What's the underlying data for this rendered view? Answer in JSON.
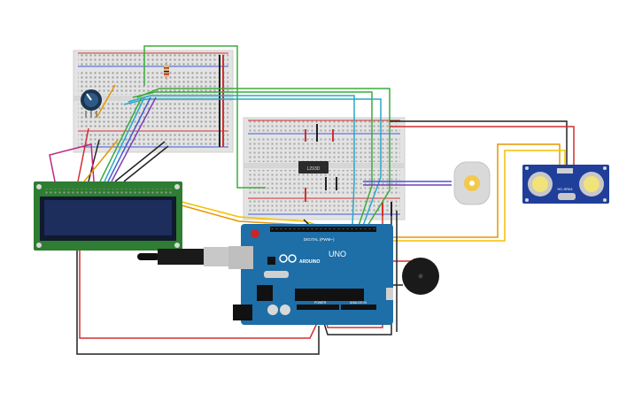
{
  "circuit": {
    "arduino": {
      "brand": "ARDUINO",
      "model": "UNO",
      "digital_header": "DIGITAL (PWM~)",
      "power_header": "POWER",
      "analog_header": "ANALOG IN",
      "color": "#1e6ea7"
    },
    "driver_ic": {
      "label": "L293D"
    },
    "ultrasonic_sensor": {
      "label": "HC-SR04"
    },
    "lcd": {
      "type": "16x2 LCD",
      "color": "#2e7d32"
    },
    "components": [
      "breadboard-top-left",
      "breadboard-middle",
      "potentiometer",
      "resistor",
      "dc-motor",
      "piezo-buzzer",
      "usb-cable"
    ],
    "wire_colors": {
      "power": "#d32f2f",
      "ground": "#222222",
      "signal_orange": "#e69500",
      "signal_yellow": "#f2c200",
      "signal_green": "#3cab3c",
      "signal_cyan": "#29a8c6",
      "signal_blue": "#3d5bd6",
      "signal_purple": "#7b3fb5",
      "signal_magenta": "#c0267e"
    }
  }
}
